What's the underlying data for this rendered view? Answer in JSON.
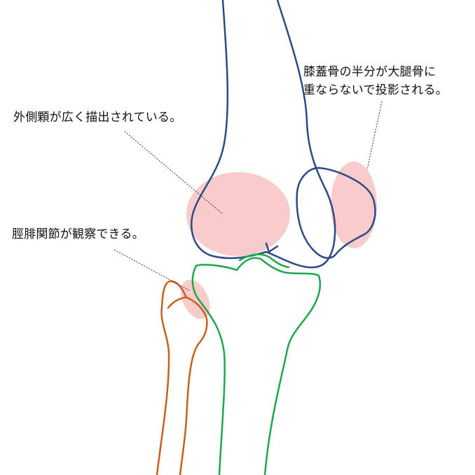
{
  "labels": {
    "patella_line1": "膝蓋骨の半分が大腿骨に",
    "patella_line2": "重ならないで投影される。",
    "lateral_condyle": "外側顆が広く描出されている。",
    "tibiofibular": "脛腓関節が観察できる。"
  },
  "colors": {
    "femur": "#2E4A86",
    "tibia": "#1AAA4B",
    "fibula": "#C8601C",
    "highlight": "#F7B9B9",
    "leader": "#333333"
  }
}
